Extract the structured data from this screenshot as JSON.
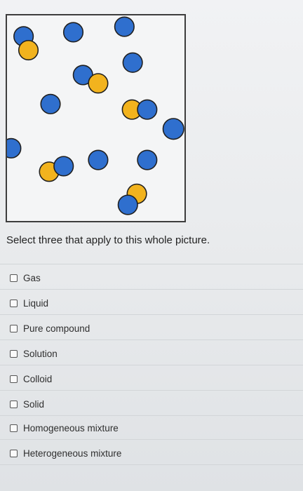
{
  "question": {
    "text": "Select three that apply to this whole picture."
  },
  "options": [
    {
      "label": "Gas",
      "checked": false
    },
    {
      "label": "Liquid",
      "checked": false
    },
    {
      "label": "Pure compound",
      "checked": false
    },
    {
      "label": "Solution",
      "checked": false
    },
    {
      "label": "Colloid",
      "checked": false
    },
    {
      "label": "Solid",
      "checked": false
    },
    {
      "label": "Homogeneous mixture",
      "checked": false
    },
    {
      "label": "Heterogeneous mixture",
      "checked": false
    }
  ],
  "colors": {
    "particle_blue": "#2f6fce",
    "particle_orange": "#f2b31e",
    "particle_outline": "#1f1f1f"
  }
}
